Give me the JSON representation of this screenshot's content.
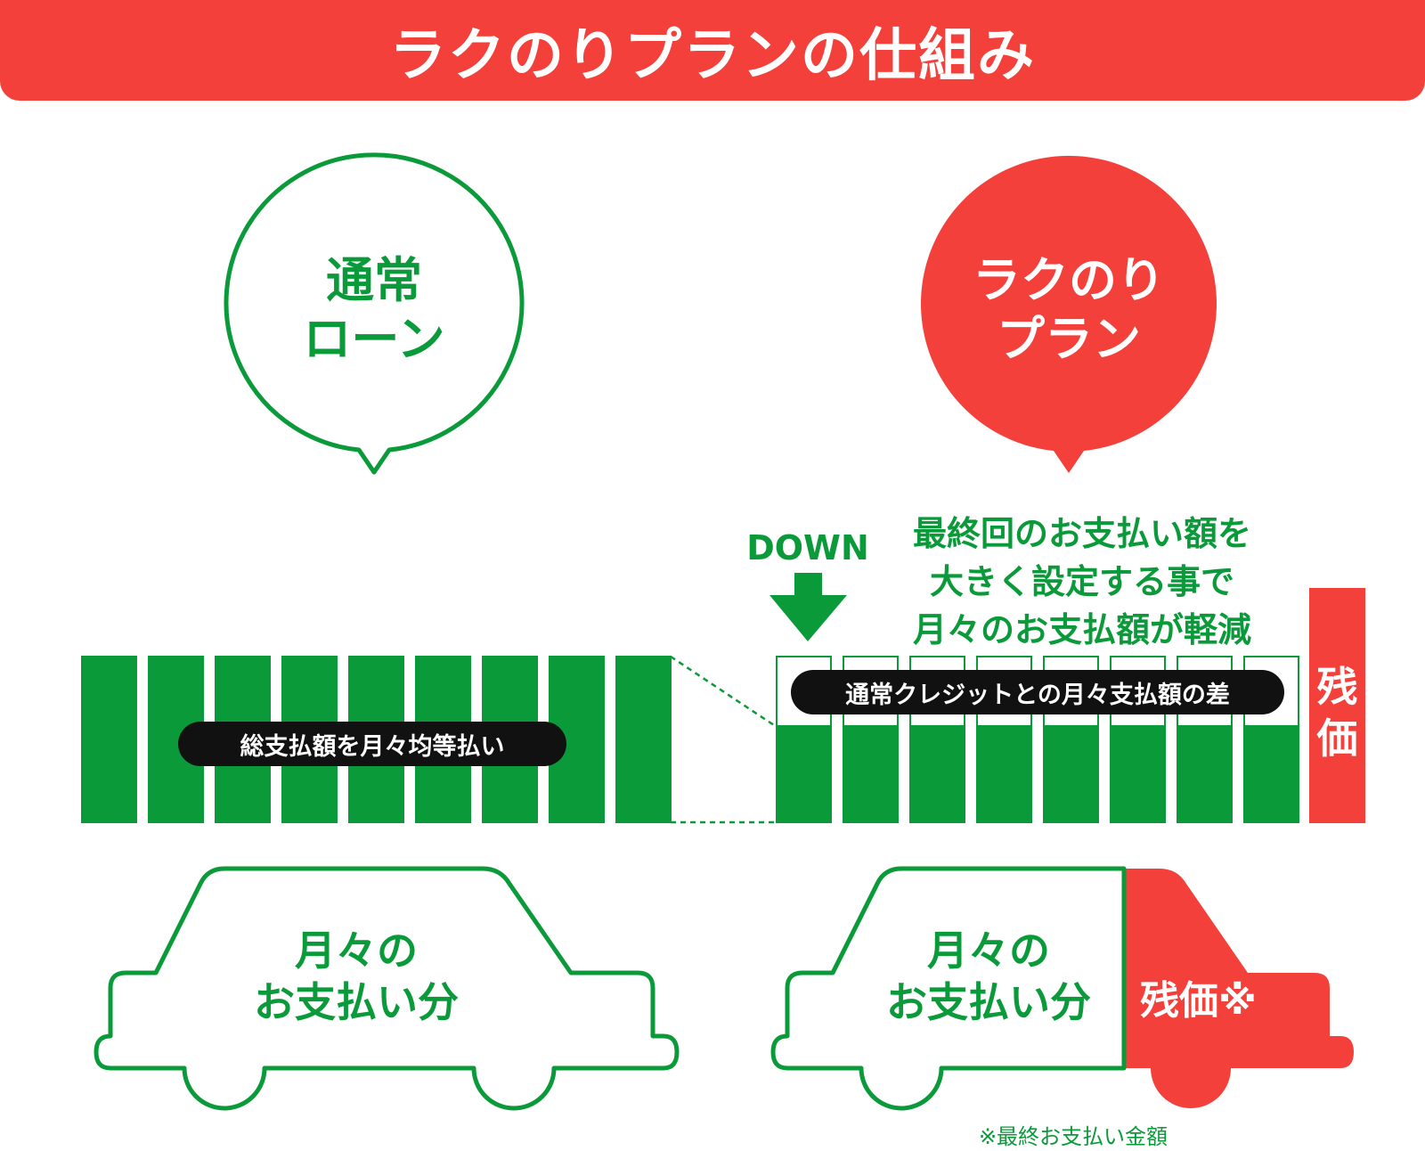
{
  "title": "ラクのりプランの仕組み",
  "normal": {
    "bubble_line1": "通常",
    "bubble_line2": "ローン",
    "bar_label": "総支払額を月々均等払い",
    "car_line1": "月々の",
    "car_line2": "お支払い分"
  },
  "rakunori": {
    "bubble_line1": "ラクのり",
    "bubble_line2": "プラン",
    "down_label": "DOWN",
    "desc_line1": "最終回のお支払い額を",
    "desc_line2": "大きく設定する事で",
    "desc_line3": "月々のお支払額が軽減",
    "diff_label": "通常クレジットとの月々支払額の差",
    "residual_bar_line1": "残",
    "residual_bar_line2": "価",
    "car_line1": "月々の",
    "car_line2": "お支払い分",
    "car_residual": "残価※",
    "footnote": "※最終お支払い金額"
  },
  "colors": {
    "green": "#0b9a3a",
    "red": "#f4403a",
    "black": "#111111",
    "white": "#ffffff"
  }
}
